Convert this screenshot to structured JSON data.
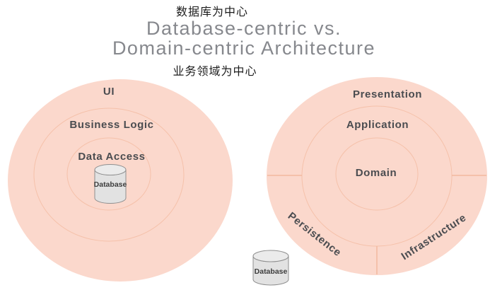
{
  "header": {
    "caption_top": "数据库为中心",
    "title_line1": "Database-centric vs.",
    "title_line2": "Domain-centric Architecture",
    "caption_bottom": "业务领域为中心"
  },
  "left_diagram": {
    "name": "Database-centric",
    "rings": [
      {
        "label": "UI"
      },
      {
        "label": "Business Logic"
      },
      {
        "label": "Data Access"
      }
    ],
    "database_label": "Database"
  },
  "right_diagram": {
    "name": "Domain-centric",
    "rings": [
      {
        "label": "Presentation"
      },
      {
        "label": "Application"
      },
      {
        "label": "Domain"
      }
    ],
    "sectors": [
      {
        "label": "Persistence"
      },
      {
        "label": "Infrastructure"
      }
    ],
    "database_label": "Database"
  },
  "colors": {
    "circle_fill": "#fbd8cc",
    "ring_stroke": "#f5c1aa",
    "divider_stroke": "#f2b89f",
    "label_text": "#4a4c50",
    "title_text": "#86888d",
    "caption_text": "#1c1c1c",
    "cylinder_fill": "#e2e2e2",
    "cylinder_stroke": "#8f8f8f"
  }
}
